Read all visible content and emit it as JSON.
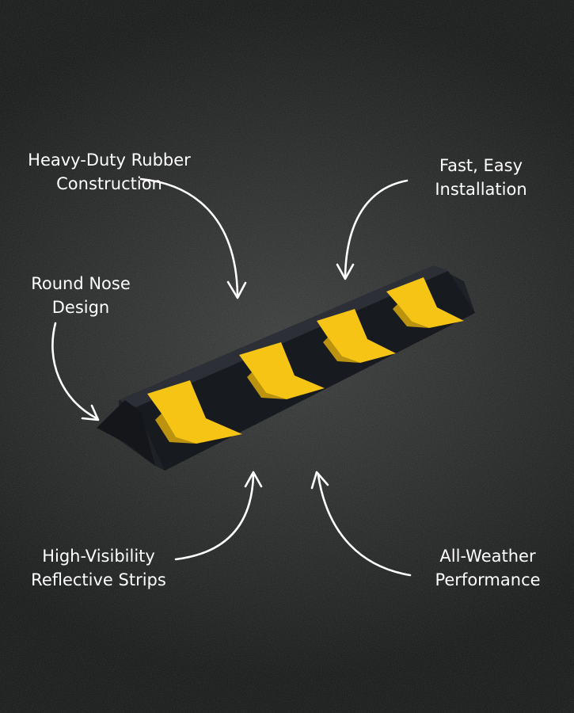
{
  "callouts": {
    "heavy_duty": [
      "Heavy-Duty Rubber",
      "Construction"
    ],
    "fast_easy": [
      "Fast, Easy",
      "Installation"
    ],
    "round_nose": [
      "Round Nose",
      "Design"
    ],
    "high_visibility": [
      "High-Visibility",
      "Reflective Strips"
    ],
    "all_weather": [
      "All-Weather",
      "Performance"
    ]
  },
  "colors": {
    "background": "#2a2b2b",
    "rubber": "#1e2126",
    "stripe": "#f5c414",
    "text": "#ffffff"
  },
  "product": {
    "name": "corner-guard-image"
  }
}
